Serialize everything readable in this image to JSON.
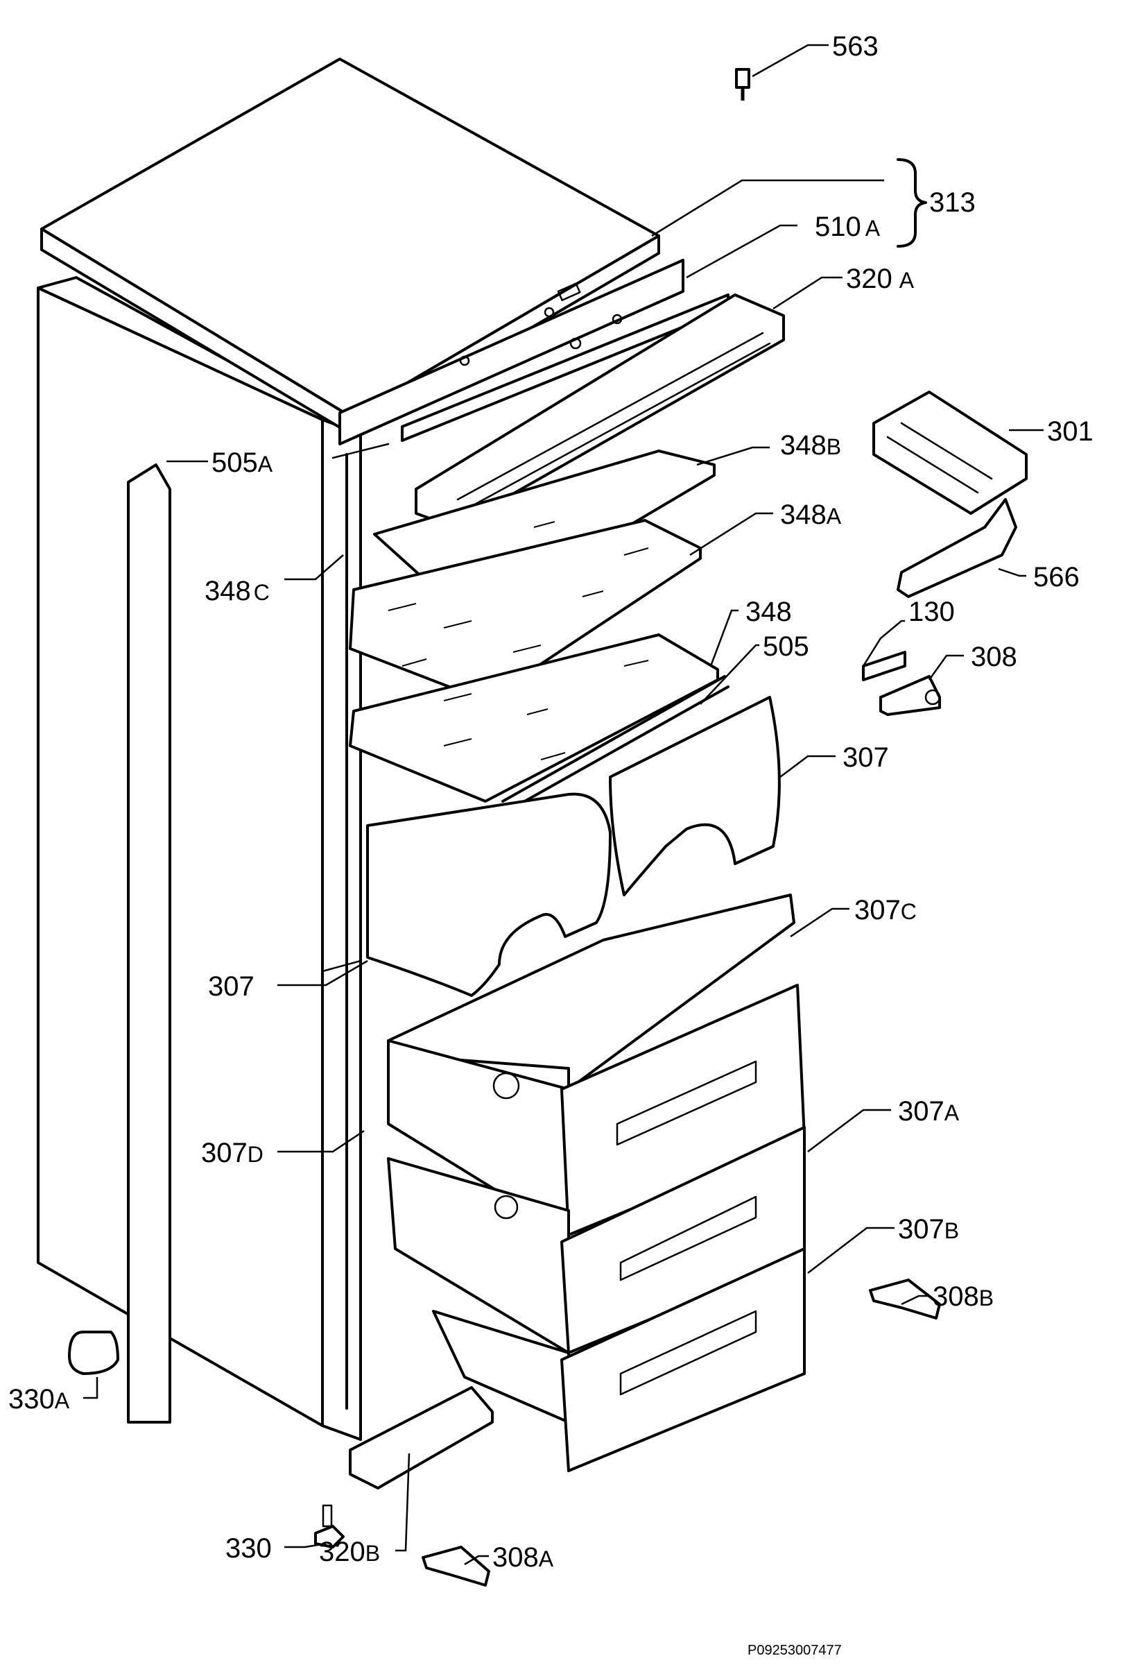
{
  "labels": {
    "l563": {
      "main": "563",
      "suffix": ""
    },
    "l313": {
      "main": "313",
      "suffix": ""
    },
    "l510a": {
      "main": "510",
      "suffix": "A"
    },
    "l320a": {
      "main": "320",
      "suffix": "A"
    },
    "l301": {
      "main": "301",
      "suffix": ""
    },
    "l505a": {
      "main": "505",
      "suffix": "A"
    },
    "l348b": {
      "main": "348",
      "suffix": "B"
    },
    "l348a": {
      "main": "348",
      "suffix": "A"
    },
    "l348c": {
      "main": "348",
      "suffix": "C"
    },
    "l566": {
      "main": "566",
      "suffix": ""
    },
    "l130": {
      "main": "130",
      "suffix": ""
    },
    "l348": {
      "main": "348",
      "suffix": ""
    },
    "l308": {
      "main": "308",
      "suffix": ""
    },
    "l505": {
      "main": "505",
      "suffix": ""
    },
    "l307r": {
      "main": "307",
      "suffix": ""
    },
    "l307c": {
      "main": "307",
      "suffix": "C"
    },
    "l307l": {
      "main": "307",
      "suffix": ""
    },
    "l307a": {
      "main": "307",
      "suffix": "A"
    },
    "l307d": {
      "main": "307",
      "suffix": "D"
    },
    "l307b": {
      "main": "307",
      "suffix": "B"
    },
    "l308b": {
      "main": "308",
      "suffix": "B"
    },
    "l330a": {
      "main": "330",
      "suffix": "A"
    },
    "l330": {
      "main": "330",
      "suffix": ""
    },
    "l320b": {
      "main": "320",
      "suffix": "B"
    },
    "l308a": {
      "main": "308",
      "suffix": "A"
    }
  },
  "document_id": "P09253007477"
}
